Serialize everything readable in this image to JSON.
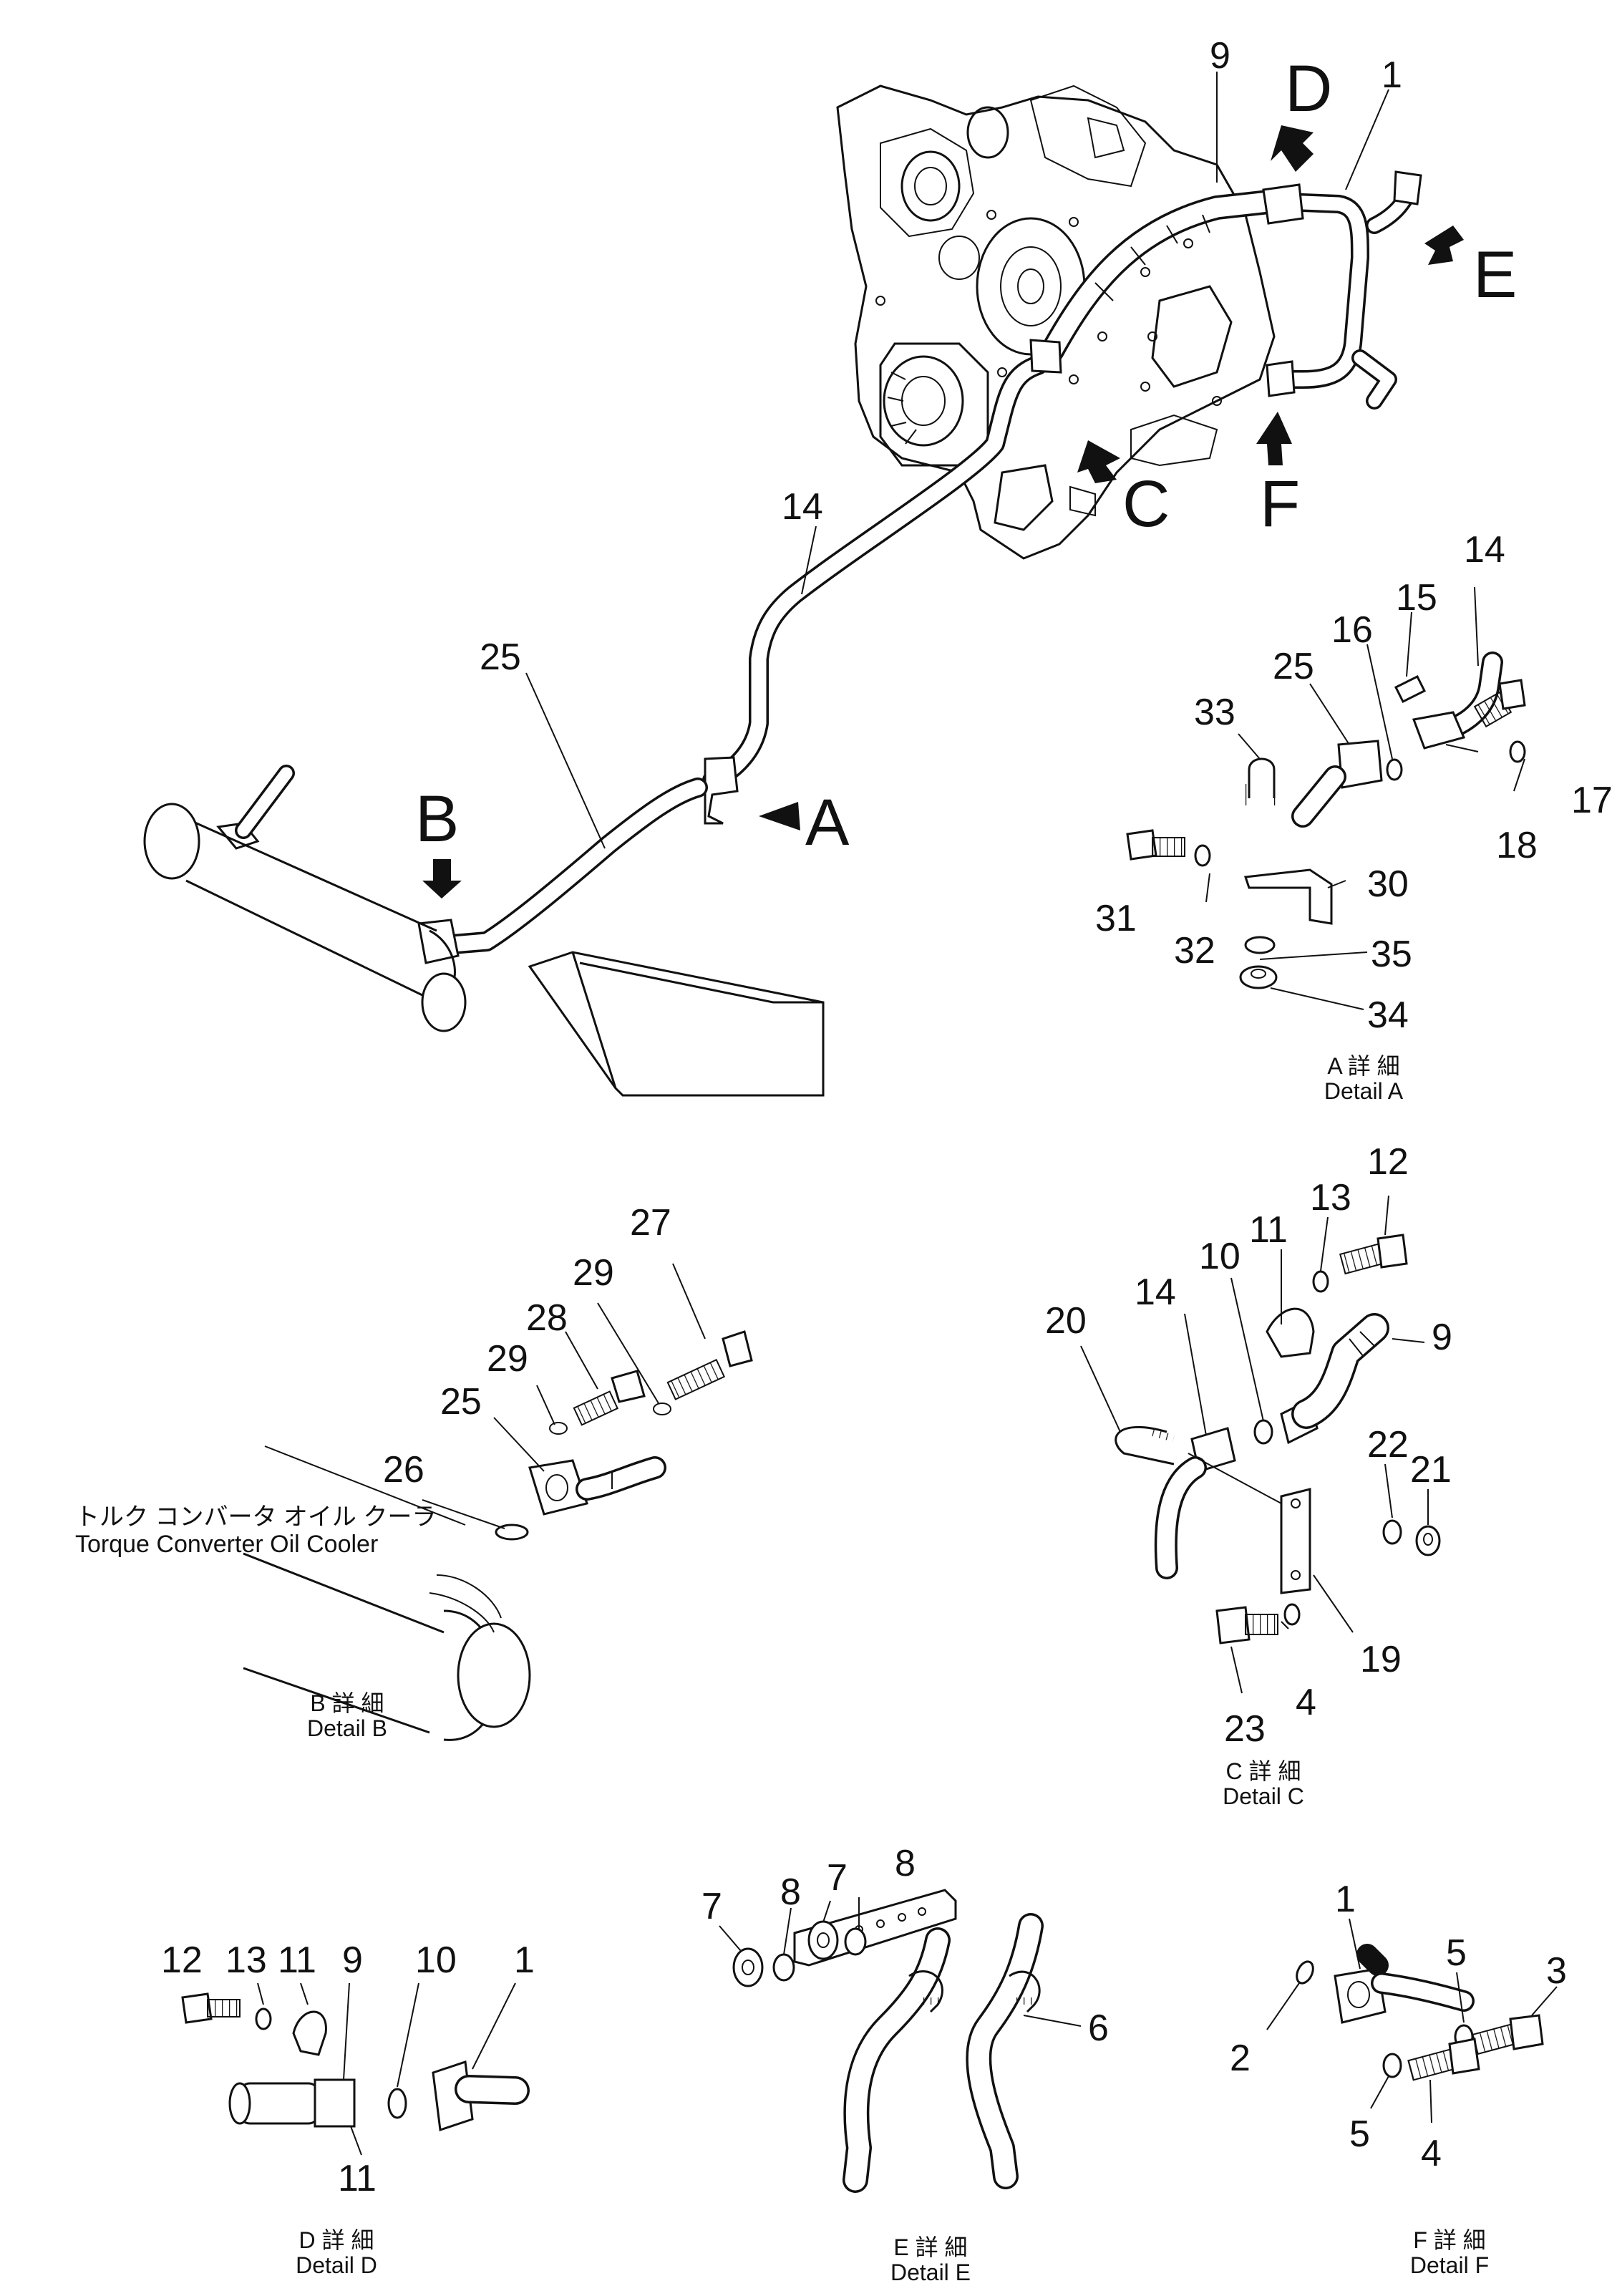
{
  "views": {
    "main": {
      "callouts": [
        "9",
        "1",
        "14",
        "25"
      ],
      "arrows": [
        "D",
        "E",
        "C",
        "F",
        "A",
        "B"
      ]
    },
    "detail_a": {
      "numbers": [
        "14",
        "15",
        "16",
        "25",
        "33",
        "17",
        "18",
        "30",
        "31",
        "32",
        "35",
        "34"
      ],
      "caption_jp": "A 詳 細",
      "caption_en": "Detail A"
    },
    "detail_b": {
      "numbers": [
        "27",
        "29",
        "28",
        "29",
        "25",
        "26"
      ],
      "component_jp": "トルク コンバータ オイル クーラ",
      "component_en": "Torque Converter Oil Cooler",
      "caption_jp": "B 詳 細",
      "caption_en": "Detail B"
    },
    "detail_c": {
      "numbers": [
        "12",
        "13",
        "11",
        "10",
        "14",
        "20",
        "9",
        "22",
        "21",
        "19",
        "23",
        "4"
      ],
      "caption_jp": "C 詳 細",
      "caption_en": "Detail C"
    },
    "detail_d": {
      "numbers": [
        "12",
        "13",
        "11",
        "9",
        "10",
        "1",
        "11"
      ],
      "caption_jp": "D 詳 細",
      "caption_en": "Detail D"
    },
    "detail_e": {
      "numbers": [
        "7",
        "8",
        "7",
        "8",
        "6"
      ],
      "caption_jp": "E 詳 細",
      "caption_en": "Detail E"
    },
    "detail_f": {
      "numbers": [
        "1",
        "5",
        "3",
        "2",
        "5",
        "4"
      ],
      "caption_jp": "F 詳 細",
      "caption_en": "Detail F"
    }
  }
}
